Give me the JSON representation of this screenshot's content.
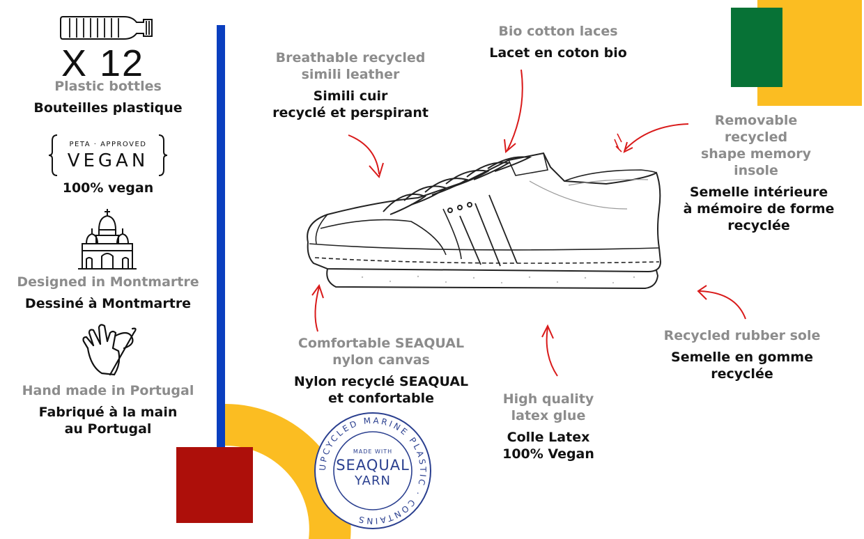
{
  "colors": {
    "blue_bar": "#0a3fbf",
    "yellow": "#fbbd22",
    "green": "#077236",
    "red": "#ad0f0a",
    "arrow_red": "#d91a1a",
    "en_text": "#8c8c8c",
    "fr_text": "#111111",
    "seaqual_blue": "#2a3f8f"
  },
  "sidebar": {
    "bottle_count": "X 12",
    "plastic": {
      "en": "Plastic bottles",
      "fr": "Bouteilles plastique",
      "icon": "plastic-bottle-icon"
    },
    "vegan": {
      "badge_top": "PETA · APPROVED",
      "badge_main": "VEGAN",
      "fr": "100% vegan",
      "icon": "peta-vegan-badge"
    },
    "montmartre": {
      "en": "Designed in Montmartre",
      "fr": "Dessiné à Montmartre",
      "icon": "sacre-coeur-icon"
    },
    "handmade": {
      "en": "Hand made in Portugal",
      "fr": "Fabriqué à la main\nau Portugal",
      "icon": "hand-sewing-icon"
    }
  },
  "features": {
    "leather": {
      "en": "Breathable recycled\nsimili leather",
      "fr": "Simili cuir\nrecyclé et perspirant"
    },
    "laces": {
      "en": "Bio cotton laces",
      "fr": "Lacet en coton bio"
    },
    "insole": {
      "en": "Removable\nrecycled\nshape memory\ninsole",
      "fr": "Semelle intérieure\nà mémoire de forme\nrecyclée"
    },
    "sole": {
      "en": "Recycled rubber sole",
      "fr": "Semelle en gomme\nrecyclée"
    },
    "canvas": {
      "en": "Comfortable SEAQUAL\nnylon canvas",
      "fr": "Nylon recyclé SEAQUAL\net confortable"
    },
    "glue": {
      "en": "High quality\nlatex glue",
      "fr": "Colle Latex\n100% Vegan"
    }
  },
  "seaqual_badge": {
    "ring_text": "UPCYCLED MARINE PLASTIC · CONTAINS",
    "made_with": "MADE WITH",
    "brand": "SEAQUAL",
    "yarn": "YARN"
  }
}
